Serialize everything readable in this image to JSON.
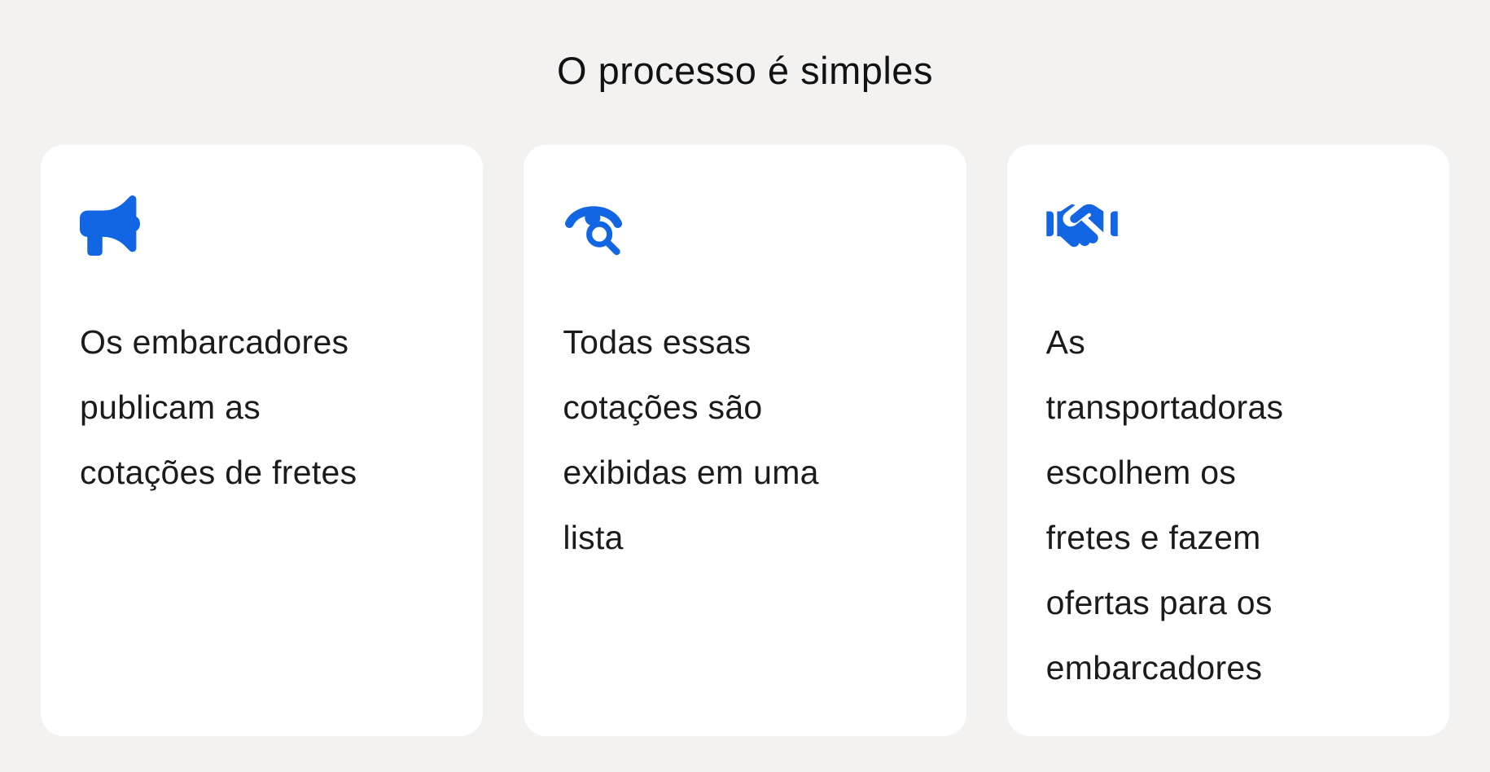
{
  "theme": {
    "background_color": "#F3F2F1",
    "card_color": "#FFFFFF",
    "accent_color": "#1266E3",
    "text_color": "#1B1B1B"
  },
  "section": {
    "title": "O processo é simples"
  },
  "cards": [
    {
      "icon": "megaphone-icon",
      "text": "Os embarcadores\npublicam as\ncotações de fretes"
    },
    {
      "icon": "eye-search-icon",
      "text": "Todas essas\ncotações são\nexibidas em uma\nlista"
    },
    {
      "icon": "handshake-icon",
      "text": "As\ntransportadoras\nescolhem os\nfretes e fazem\nofertas para os\nembarcadores"
    }
  ]
}
